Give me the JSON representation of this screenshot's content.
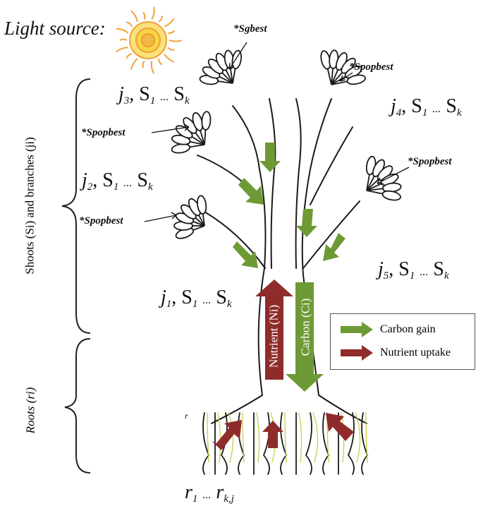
{
  "title": "Light source:",
  "markers": {
    "sgbest": "*Sgbest",
    "spopbest": "*Spopbest"
  },
  "branches": [
    {
      "j": "j",
      "sub": "3",
      "s": "S",
      "s1": "1",
      "dots": "...",
      "sk": "S",
      "k": "k"
    },
    {
      "j": "j",
      "sub": "4",
      "s": "S",
      "s1": "1",
      "dots": "...",
      "sk": "S",
      "k": "k"
    },
    {
      "j": "j",
      "sub": "2",
      "s": "S",
      "s1": "1",
      "dots": "...",
      "sk": "S",
      "k": "k"
    },
    {
      "j": "j",
      "sub": "1",
      "s": "S",
      "s1": "1",
      "dots": "...",
      "sk": "S",
      "k": "k"
    },
    {
      "j": "j",
      "sub": "5",
      "s": "S",
      "s1": "1",
      "dots": "...",
      "sk": "S",
      "k": "k"
    }
  ],
  "roots_label": {
    "r": "r",
    "r1": "1",
    "dots": "...",
    "rk": "r",
    "kj": "k,j"
  },
  "root_small": "r",
  "side_labels": {
    "shoots": "Shoots  (Si) and branches (ji)",
    "roots": "Roots (ri)"
  },
  "trunk": {
    "nutrient": "Nutrient (Ni)",
    "carbon": "Carbon (Ci)"
  },
  "legend": {
    "carbon": "Carbon gain",
    "nutrient": "Nutrient uptake"
  },
  "colors": {
    "carbon": "#6e9a35",
    "nutrient": "#8f2b2b",
    "sun_outer": "#f0a23a",
    "sun_inner": "#f7d445"
  }
}
